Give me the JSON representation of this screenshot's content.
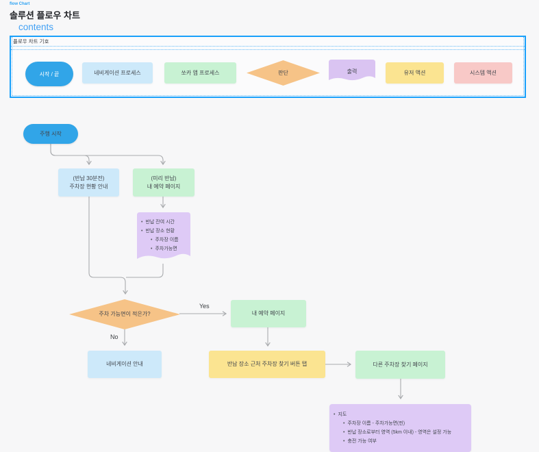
{
  "page": {
    "eyebrow": "flow Chart",
    "title": "솔루션 플로우 차트",
    "contents_heading": "contents"
  },
  "legend": {
    "frame_label": "플로우 차트 기호",
    "items": [
      {
        "label": "시작 / 끝",
        "type": "start-end"
      },
      {
        "label": "네비게이션 프로세스",
        "type": "navigation-process"
      },
      {
        "label": "쏘카 앱 프로세스",
        "type": "socar-app-process"
      },
      {
        "label": "판단",
        "type": "decision"
      },
      {
        "label": "출력",
        "type": "output"
      },
      {
        "label": "유저 액션",
        "type": "user-action"
      },
      {
        "label": "시스템 액션",
        "type": "system-action"
      }
    ]
  },
  "flow": {
    "start": "주행 시작",
    "box_parking_status": "(반납 30분전)\n주차장 현황 안내",
    "box_reservation_entry": "(미리 반납)\n내 예약 페이지",
    "note_return_info": {
      "lines": [
        "반납 잔여 시간",
        "반납 장소 현황",
        "주차장 이름",
        "주차가능면"
      ]
    },
    "decision_few_spots": "주차 가능면이 적은가?",
    "label_yes": "Yes",
    "label_no": "No",
    "box_my_reservation": "내 예약 페이지",
    "box_navigation_guide": "네비게이션 안내",
    "box_find_parking_button": "반납 장소 근처 주차장 찾기 버튼 탭",
    "box_other_parking_page": "다른 주차장 찾기 페이지",
    "note_map": {
      "lines": [
        "지도",
        "주차장 이름 - 주차가능면(핀)",
        "반납 장소로부터 영역 (5km 이내) - 영역은 설정 가능",
        "충전 가능 여부"
      ]
    }
  },
  "colors": {
    "frame_accent_blue": "#18A0FB",
    "start_end_blue": "#31A5E8",
    "navigation_blue": "#CDE9FA",
    "socar_app_green": "#C8F2D3",
    "decision_orange": "#F6C387",
    "output_purple": "#DAC4F2",
    "note_purple": "#DECAF6",
    "user_action_yellow": "#FBE491",
    "system_action_pink": "#F8C9C7",
    "connector_gray": "#A9ABAE",
    "canvas_background": "#F7F7F8"
  }
}
